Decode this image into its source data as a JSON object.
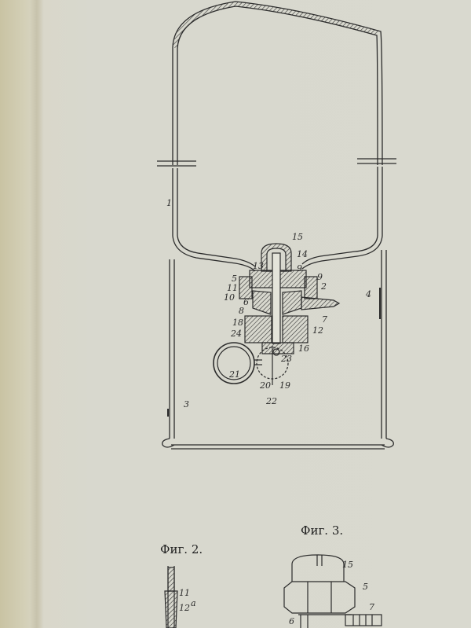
{
  "figure_captions": {
    "fig2": "Фиг. 2.",
    "fig3": "Фиг. 3."
  },
  "fig1_labels": [
    {
      "id": "1",
      "text": "1"
    },
    {
      "id": "2",
      "text": "2"
    },
    {
      "id": "3",
      "text": "3"
    },
    {
      "id": "4",
      "text": "4"
    },
    {
      "id": "5",
      "text": "5"
    },
    {
      "id": "6",
      "text": "6"
    },
    {
      "id": "7",
      "text": "7"
    },
    {
      "id": "8",
      "text": "8"
    },
    {
      "id": "9",
      "text": "9"
    },
    {
      "id": "9b",
      "text": "9"
    },
    {
      "id": "10",
      "text": "10"
    },
    {
      "id": "11",
      "text": "11"
    },
    {
      "id": "12",
      "text": "12"
    },
    {
      "id": "13",
      "text": "13"
    },
    {
      "id": "14",
      "text": "14"
    },
    {
      "id": "15",
      "text": "15"
    },
    {
      "id": "16",
      "text": "16"
    },
    {
      "id": "18",
      "text": "18"
    },
    {
      "id": "19",
      "text": "19"
    },
    {
      "id": "20",
      "text": "20"
    },
    {
      "id": "21",
      "text": "21"
    },
    {
      "id": "22",
      "text": "22"
    },
    {
      "id": "23",
      "text": "23"
    },
    {
      "id": "24",
      "text": "24"
    }
  ],
  "fig2_labels": [
    {
      "id": "11",
      "text": "11"
    },
    {
      "id": "12a",
      "text": "12"
    },
    {
      "id": "alpha",
      "text": "a"
    }
  ],
  "fig3_labels": [
    {
      "id": "15",
      "text": "15"
    },
    {
      "id": "5",
      "text": "5"
    },
    {
      "id": "7",
      "text": "7"
    },
    {
      "id": "6",
      "text": "6"
    }
  ]
}
